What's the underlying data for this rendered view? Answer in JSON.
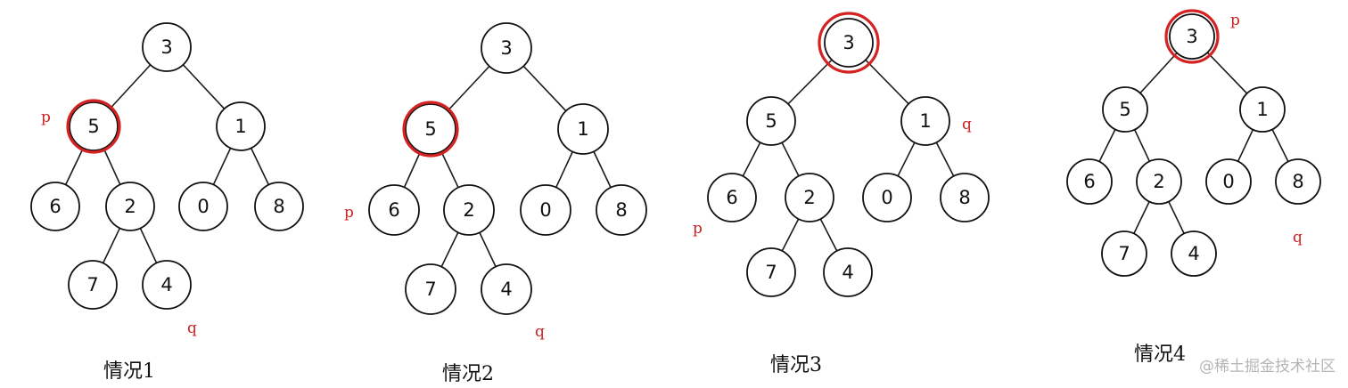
{
  "colors": {
    "highlight": "#d42222",
    "marker": "#cc2222",
    "watermark": "#b5b5b5"
  },
  "panels": [
    {
      "caption": "情况1",
      "highlighted_node": "5",
      "nodes": [
        "3",
        "5",
        "1",
        "6",
        "2",
        "0",
        "8",
        "7",
        "4"
      ],
      "markers": {
        "p": "p",
        "q": "q"
      }
    },
    {
      "caption": "情况2",
      "highlighted_node": "5",
      "nodes": [
        "3",
        "5",
        "1",
        "6",
        "2",
        "0",
        "8",
        "7",
        "4"
      ],
      "markers": {
        "p": "p",
        "q": "q"
      }
    },
    {
      "caption": "情况3",
      "highlighted_node": "3",
      "nodes": [
        "3",
        "5",
        "1",
        "6",
        "2",
        "0",
        "8",
        "7",
        "4"
      ],
      "markers": {
        "p": "p",
        "q": "q"
      }
    },
    {
      "caption": "情况4",
      "highlighted_node": "3",
      "nodes": [
        "3",
        "5",
        "1",
        "6",
        "2",
        "0",
        "8",
        "7",
        "4"
      ],
      "markers": {
        "p": "p",
        "q": "q"
      }
    }
  ],
  "watermark": "@稀土掘金技术社区"
}
